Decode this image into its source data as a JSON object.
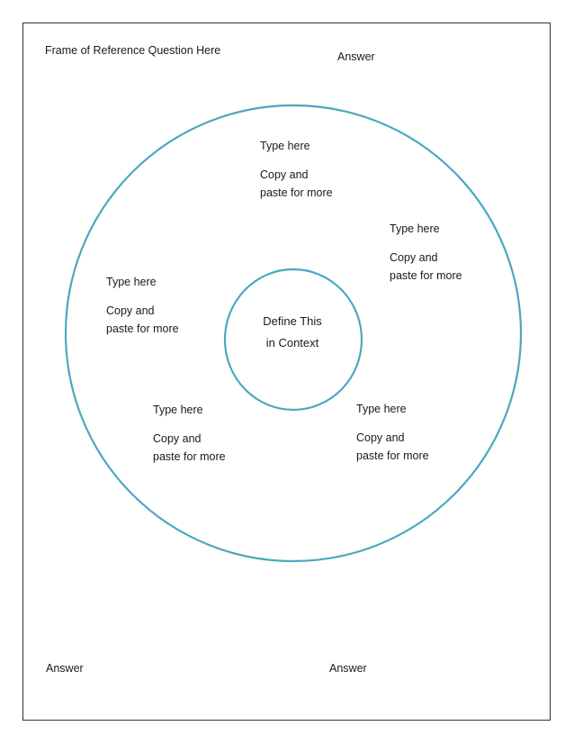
{
  "title": "Frame of Reference Question Here",
  "answers": {
    "top_right": "Answer",
    "bottom_left": "Answer",
    "bottom_right": "Answer"
  },
  "center": {
    "line1": "Define This",
    "line2": "in Context"
  },
  "notes": [
    {
      "title": "Type here",
      "line1": "Copy and",
      "line2": "paste for more"
    },
    {
      "title": "Type here",
      "line1": "Copy and",
      "line2": "paste for more"
    },
    {
      "title": "Type here",
      "line1": "Copy and",
      "line2": "paste for more"
    },
    {
      "title": "Type here",
      "line1": "Copy and",
      "line2": "paste for more"
    },
    {
      "title": "Type here",
      "line1": "Copy and",
      "line2": "paste for more"
    }
  ],
  "colors": {
    "circle_stroke": "#4aa8bf",
    "frame_border": "#333333",
    "text": "#1a1a1a"
  }
}
